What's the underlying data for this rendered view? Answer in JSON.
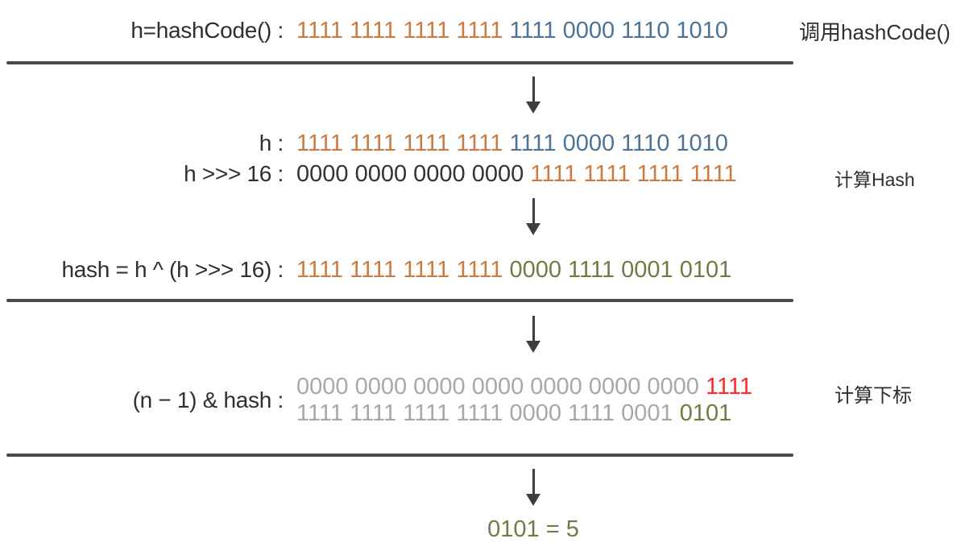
{
  "colors": {
    "orange": "#cb7b42",
    "blue": "#4e7396",
    "dark": "#333333",
    "olive": "#6f7c45",
    "gray": "#a8a8a8",
    "red": "#fc2b2b",
    "label_text": "#2f2f2f",
    "divider": "#4a4a4a",
    "arrow": "#3d3d3d"
  },
  "diagram": {
    "step1": {
      "label": "h=hashCode() :",
      "binary": [
        {
          "text": "1111 1111 1111 1111",
          "color": "orange"
        },
        {
          "text": " 1111 0000 1110 1010",
          "color": "blue"
        }
      ],
      "side_label": "调用hashCode()"
    },
    "step2": {
      "row_h": {
        "label": "h :",
        "binary": [
          {
            "text": "1111 1111 1111 1111",
            "color": "orange"
          },
          {
            "text": " 1111 0000 1110 1010",
            "color": "blue"
          }
        ]
      },
      "row_shift": {
        "label": "h >>> 16 :",
        "binary": [
          {
            "text": "0000 0000 0000 0000",
            "color": "dark"
          },
          {
            "text": " 1111 1111 1111 1111",
            "color": "orange"
          }
        ]
      },
      "side_label": "计算Hash"
    },
    "step3": {
      "label": "hash = h ^ (h >>> 16) :",
      "binary": [
        {
          "text": "1111 1111 1111 1111",
          "color": "orange"
        },
        {
          "text": " 0000 1111 0001 0101",
          "color": "olive"
        }
      ]
    },
    "step4": {
      "label": "(n − 1) & hash :",
      "row_n": {
        "binary": [
          {
            "text": "0000 0000 0000 0000 0000 0000 0000",
            "color": "gray"
          },
          {
            "text": " 1111",
            "color": "red"
          }
        ]
      },
      "row_hash": {
        "binary": [
          {
            "text": "1111 1111 1111 1111 0000 1111 0001",
            "color": "gray"
          },
          {
            "text": " 0101",
            "color": "olive"
          }
        ]
      },
      "side_label": "计算下标"
    },
    "result": "0101 = 5"
  }
}
